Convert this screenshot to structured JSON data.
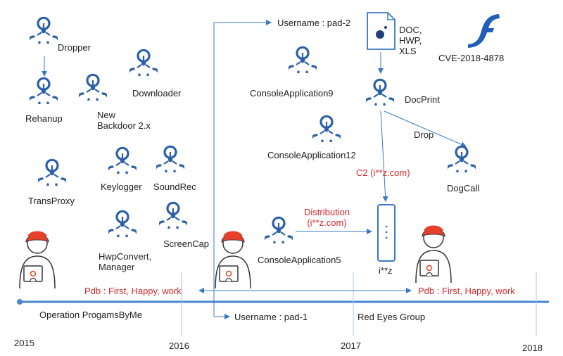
{
  "timeline": {
    "years": [
      "2015",
      "2016",
      "2017",
      "2018"
    ],
    "operation_label": "Operation ProgamsByMe",
    "group_label": "Red Eyes Group"
  },
  "malware": {
    "dropper": "Dropper",
    "rehanup": "Rehanup",
    "new_backdoor": "New\nBackdoor 2.x",
    "downloader": "Downloader",
    "transproxy": "TransProxy",
    "keylogger": "Keylogger",
    "soundrec": "SoundRec",
    "hwpconvert": "HwpConvert,\nManager",
    "screencap": "ScreenCap",
    "consoleapp9": "ConsoleApplication9",
    "consoleapp12": "ConsoleApplication12",
    "consoleapp5": "ConsoleApplication5",
    "docprint": "DocPrint",
    "dogcall": "DogCall"
  },
  "annotations": {
    "username_pad2": "Username : pad-2",
    "username_pad1": "Username : pad-1",
    "doc_types": "DOC,\nHWP,\nXLS",
    "cve": "CVE-2018-4878",
    "drop": "Drop",
    "c2": "C2 (i**z.com)",
    "distribution": "Distribution\n(i**z.com)",
    "server": "i**z",
    "pdb_left": "Pdb : First, Happy, work",
    "pdb_right": "Pdb : First, Happy, work"
  },
  "colors": {
    "icon_blue": "#2b5fa8",
    "line_blue": "#3a78c8",
    "timeline_blue": "#4a86d0",
    "label_red": "#d42a2a",
    "hacker_red": "#e8402a",
    "flash_blue": "#1f5fb8"
  },
  "icons": [
    "biohazard-icon",
    "hacker-icon",
    "document-icon",
    "flash-icon",
    "server-icon"
  ]
}
